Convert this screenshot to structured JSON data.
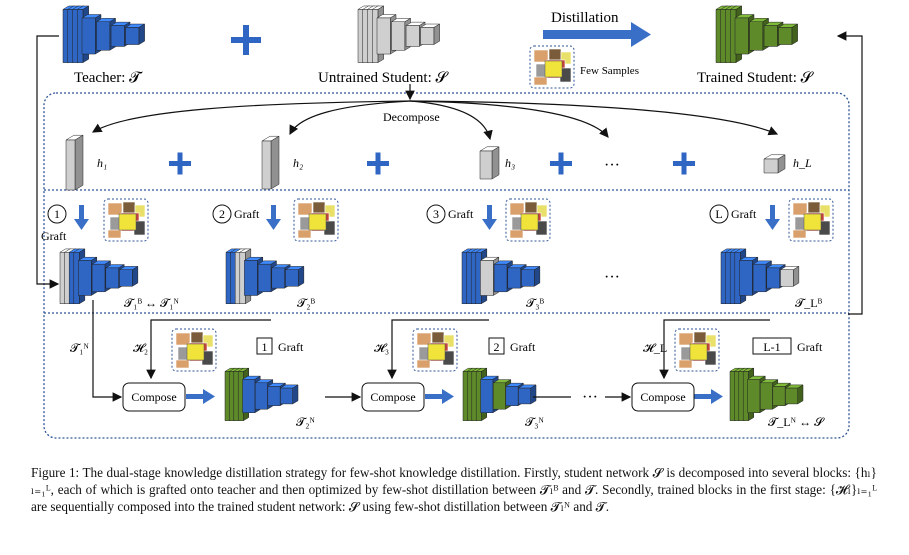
{
  "colors": {
    "blue": "#2f66c4",
    "green": "#5e8a2a",
    "gray": "#cfcfcf",
    "border": "#2f5597"
  },
  "icons": [
    "plus-icon",
    "blue-arrow-icon",
    "sample-images-icon"
  ],
  "top": {
    "teacher": "Teacher: 𝓣",
    "untrained": "Untrained Student: 𝓢",
    "distillation": "Distillation",
    "few_samples": "Few Samples",
    "trained": "Trained Student: 𝓢"
  },
  "decompose": "Decompose",
  "blocks": [
    "h₁",
    "h₂",
    "h₃",
    "h_L"
  ],
  "ellipsis": "···",
  "stage1": {
    "steps": [
      "1",
      "2",
      "3",
      "L"
    ],
    "graft": "Graft",
    "labels": [
      "𝓣₁ᴮ ↔ 𝓣₁ᴺ",
      "𝓣₂ᴮ",
      "𝓣₃ᴮ",
      "𝓣_Lᴮ"
    ]
  },
  "stage2": {
    "compose": "Compose",
    "inputs": [
      "𝓣₁ᴺ",
      "𝓗₂",
      "𝓗₃",
      "𝓗_L"
    ],
    "steps": [
      "1",
      "2",
      "L-1"
    ],
    "graft": "Graft",
    "labels": [
      "𝓣₂ᴺ",
      "𝓣₃ᴺ",
      "𝓣_Lᴺ ↔ 𝓢"
    ]
  },
  "caption": {
    "line1": "Figure 1: The dual-stage knowledge distillation strategy for few-shot knowledge distillation. Firstly, student network 𝓢 is decomposed into several blocks: {hₗ}ₗ₌₁ᴸ, each of which is grafted onto teacher and then optimized by few-shot distillation between 𝓣ₗᴮ and 𝓣. Secondly, trained blocks in the first stage: {𝓗ₗ}ₗ₌₁ᴸ are sequentially composed into the trained student network: 𝓢 using few-shot distillation between 𝓣ₗᴺ and 𝓣."
  }
}
